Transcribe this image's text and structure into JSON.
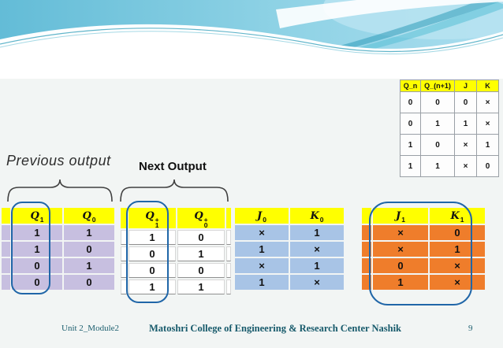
{
  "slide": {
    "footer_left": "Unit 2_Module2",
    "footer_center": "Matoshri College of Engineering & Research Center Nashik",
    "page_number": "9"
  },
  "labels": {
    "previous": "Previous output",
    "next": "Next Output"
  },
  "excitation": {
    "headers": [
      "Q_n",
      "Q_(n+1)",
      "J",
      "K"
    ],
    "rows": [
      [
        "0",
        "0",
        "0",
        "×"
      ],
      [
        "0",
        "1",
        "1",
        "×"
      ],
      [
        "1",
        "0",
        "×",
        "1"
      ],
      [
        "1",
        "1",
        "×",
        "0"
      ]
    ]
  },
  "tables": {
    "prev": {
      "headers": [
        {
          "base": "Q",
          "sub": "1"
        },
        {
          "base": "Q",
          "sub": "0"
        }
      ],
      "rows": [
        [
          "1",
          "1"
        ],
        [
          "1",
          "0"
        ],
        [
          "0",
          "1"
        ],
        [
          "0",
          "0"
        ]
      ]
    },
    "next": {
      "headers": [
        {
          "base": "Q",
          "sub": "1",
          "sup": "+"
        },
        {
          "base": "Q",
          "sub": "0",
          "sup": "+"
        }
      ],
      "rows": [
        [
          "1",
          "0"
        ],
        [
          "0",
          "1"
        ],
        [
          "0",
          "0"
        ],
        [
          "1",
          "1"
        ]
      ]
    },
    "jk0": {
      "headers": [
        {
          "base": "J",
          "sub": "0"
        },
        {
          "base": "K",
          "sub": "0"
        }
      ],
      "rows": [
        [
          "×",
          "1"
        ],
        [
          "1",
          "×"
        ],
        [
          "×",
          "1"
        ],
        [
          "1",
          "×"
        ]
      ]
    },
    "jk1": {
      "headers": [
        {
          "base": "J",
          "sub": "1"
        },
        {
          "base": "K",
          "sub": "1"
        }
      ],
      "rows": [
        [
          "×",
          "0"
        ],
        [
          "×",
          "1"
        ],
        [
          "0",
          "×"
        ],
        [
          "1",
          "×"
        ]
      ]
    }
  },
  "colors": {
    "header_yellow": "#ffff00",
    "prev_body_lavender": "#c7bfe0",
    "next_body_white": "#ffffff",
    "jk0_body_blue": "#a8c4e6",
    "jk1_body_orange": "#ef7d2b",
    "highlight_oval_blue": "#2066a8",
    "footer_teal": "#1d5f6f",
    "band_blue": "#66bed8"
  }
}
